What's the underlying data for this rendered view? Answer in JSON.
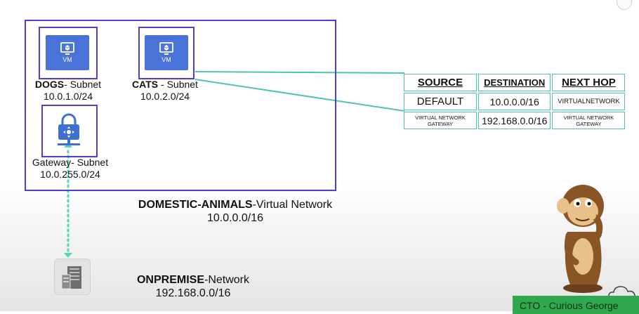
{
  "vnet": {
    "name": "DOMESTIC-ANIMALS",
    "suffix": "-Virtual Network",
    "cidr": "10.0.0.0/16"
  },
  "subnets": {
    "dogs": {
      "name": "DOGS",
      "suffix": "- Subnet",
      "cidr": "10.0.1.0/24",
      "vm_label": "VM"
    },
    "cats": {
      "name": "CATS",
      "suffix": " - Subnet",
      "cidr": "10.0.2.0/24",
      "vm_label": "VM"
    },
    "gateway": {
      "label": "Gateway- Subnet",
      "cidr": "10.0.255.0/24"
    }
  },
  "onprem": {
    "name": "ONPREMISE",
    "suffix": "-Network",
    "cidr": "192.168.0.0/16"
  },
  "route_table": {
    "headers": [
      "SOURCE",
      "DESTINATION",
      "NEXT HOP"
    ],
    "rows": [
      [
        "DEFAULT",
        "10.0.0.0/16",
        "VIRTUALNETWORK"
      ],
      [
        "VIRTUAL NETWORK GATEWAY",
        "192.168.0.0/16",
        "VIRTUAL NETWORK GATEWAY"
      ]
    ]
  },
  "badge": {
    "text": "CTO - Curious George"
  },
  "colors": {
    "box_border": "#4b3fd6",
    "vm_fill": "#4a73d9",
    "connector": "#4fc3b0",
    "badge": "#2fa84f"
  }
}
